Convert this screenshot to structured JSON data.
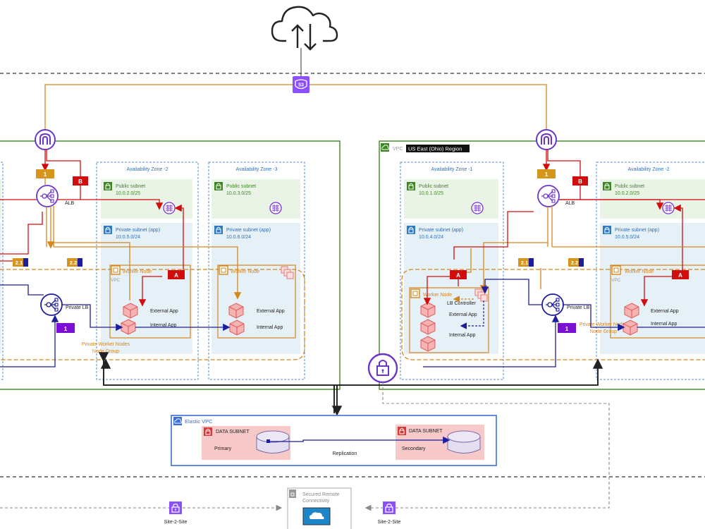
{
  "labels": {
    "alb": "ALB",
    "private_lb": "Private LB",
    "vpc": "VPC",
    "vpc_small": "VPC",
    "region": "US East (Ohio) Region",
    "elastic_vpc": "Elastic VPC",
    "data_subnet": "DATA SUBNET",
    "primary": "Primary",
    "secondary": "Secondary",
    "replication": "Replication",
    "secured_remote": "Secured Remote Connectivity",
    "site_to_site": "Site-2-Site",
    "worker_node": "Worker Node",
    "external_app": "External App",
    "internal_app": "Internal App",
    "lb_controller": "LB Controller",
    "node_group_line1": "Private Worker Nodes",
    "node_group_line2": "Node Group"
  },
  "zones": {
    "az1": "Availability Zone -1",
    "az2": "Availability Zone -2",
    "az3": "Availability Zone -3"
  },
  "subnets": {
    "public": "Public subnet",
    "private_app": "Private subnet (app)",
    "left_pub2": "10.0.2.0/25",
    "left_pub3": "10.0.3.0/25",
    "left_priv2": "10.0.5.0/24",
    "left_priv3": "10.0.6.0/24",
    "right_pub1": "10.0.1.0/25",
    "right_pub2": "10.0.2.0/25",
    "right_priv1": "10.0.4.0/24",
    "right_priv2": "10.0.5.0/24"
  },
  "badges": {
    "one": "1",
    "b": "B",
    "a": "A",
    "two_one": "2.1",
    "two_two": "2.2"
  },
  "icons": {
    "cloud": "cloud-upload-download-icon",
    "route53": "route53-icon",
    "gateway": "internet-gateway-icon",
    "load_balancer": "load-balancer-icon",
    "lock": "vpn-lock-icon",
    "database": "database-icon",
    "container": "container-cube-icon"
  },
  "colors": {
    "vpc_green": "#3f8624",
    "orange": "#d6861c",
    "red": "#d20d0d",
    "navy": "#1d1d9e",
    "purple": "#7b2fd6",
    "az_blue": "#4d8fd1",
    "public_fill": "#e9f3e6",
    "private_fill": "#e6f0f7",
    "data_fill": "#f7c9c9",
    "elastic_blue": "#3b6ed9",
    "pink": "#f26b6b"
  }
}
